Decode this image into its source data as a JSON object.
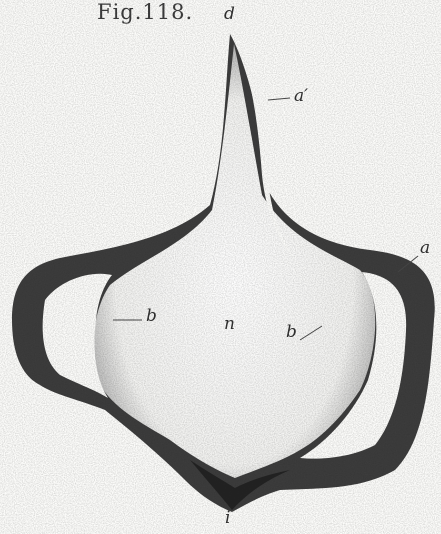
{
  "figure": {
    "title": "Fig.118.",
    "colors": {
      "ink": "#1c1c1c",
      "shade": "#5a5a5a",
      "light_shade": "#b9b9b9",
      "paper": "#fdfdfb"
    },
    "labels": {
      "d": "d",
      "a_prime": "a′",
      "a": "a",
      "b_left": "b",
      "n": "n",
      "b_right": "b",
      "i": "i"
    }
  }
}
